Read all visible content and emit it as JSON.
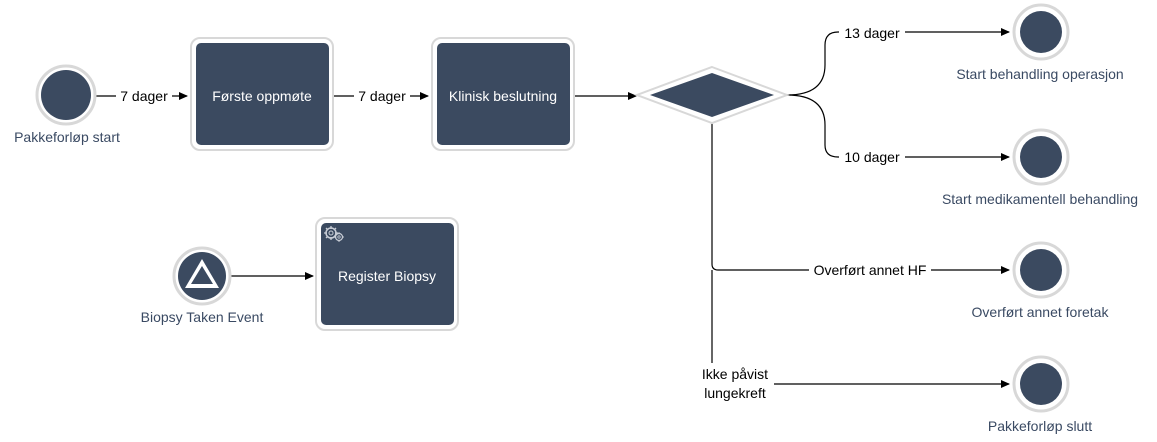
{
  "colors": {
    "node_fill": "#3b4a60",
    "node_border": "#d7d7d7",
    "label_text": "#3a4a63",
    "edge": "#000000"
  },
  "events": {
    "start": {
      "label": "Pakkeforløp start"
    },
    "biopsy_taken": {
      "label": "Biopsy Taken Event"
    },
    "end_operasjon": {
      "label": "Start behandling operasjon"
    },
    "end_medikamentell": {
      "label": "Start medikamentell behandling"
    },
    "end_overfort": {
      "label": "Overført annet foretak"
    },
    "end_slutt": {
      "label": "Pakkeforløp slutt"
    }
  },
  "tasks": {
    "forste_oppmote": {
      "label": "Første oppmøte"
    },
    "klinisk_beslutning": {
      "label": "Klinisk beslutning"
    },
    "register_biopsy": {
      "label": "Register Biopsy",
      "icon": "gear-icon"
    }
  },
  "gateway": {
    "icon": "exclusive-gateway-diamond"
  },
  "edges": {
    "start_to_forste": {
      "label": "7 dager"
    },
    "forste_to_klinisk": {
      "label": "7 dager"
    },
    "gateway_to_operasjon": {
      "label": "13 dager"
    },
    "gateway_to_medikamentell": {
      "label": "10 dager"
    },
    "gateway_to_overfort": {
      "label": "Overført annet HF"
    },
    "gateway_to_slutt": {
      "label_line1": "Ikke påvist",
      "label_line2": "lungekreft"
    }
  }
}
